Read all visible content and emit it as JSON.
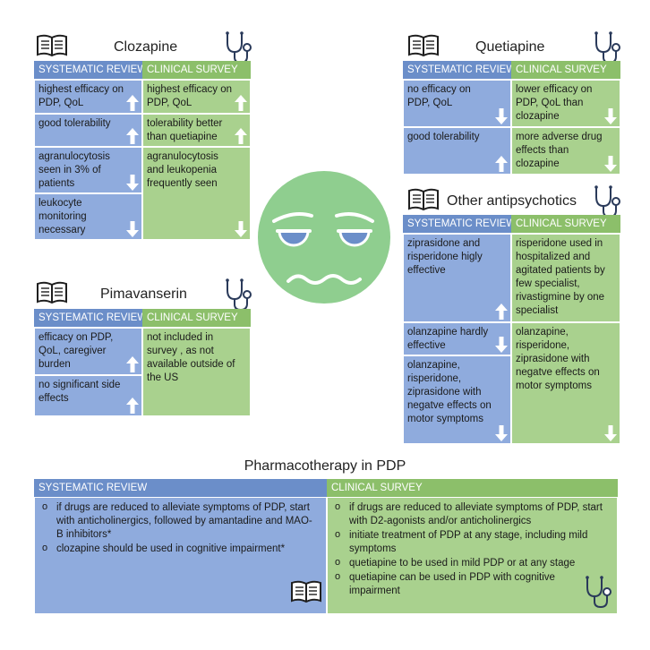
{
  "headers": {
    "review": "SYSTEMATIC REVIEW",
    "survey": "CLINICAL SURVEY"
  },
  "clozapine": {
    "title": "Clozapine",
    "review": [
      "highest efficacy on PDP, QoL",
      "good tolerability",
      "agranulocytosis seen in 3% of patients",
      "leukocyte monitoring necessary"
    ],
    "survey": [
      "highest efficacy on PDP, QoL",
      "tolerability better than quetiapine",
      "agranulocytosis and leukopenia frequently seen"
    ]
  },
  "quetiapine": {
    "title": "Quetiapine",
    "review": [
      "no efficacy on PDP, QoL",
      "good tolerability"
    ],
    "survey": [
      "lower efficacy on PDP, QoL than clozapine",
      "more adverse drug effects than clozapine"
    ]
  },
  "pimavanserin": {
    "title": "Pimavanserin",
    "review": [
      "efficacy on PDP, QoL, caregiver burden",
      "no significant side effects"
    ],
    "survey": [
      "not included in survey , as not available outside of the US"
    ]
  },
  "other": {
    "title": "Other antipsychotics",
    "review": [
      "ziprasidone and risperidone higly effective",
      "olanzapine hardly effective",
      "olanzapine, risperidone, ziprasidone with negatve effects on motor symptoms"
    ],
    "survey": [
      "risperidone used in hospitalized and agitated patients by few specialist, rivastigmine by one specialist",
      "olanzapine, risperidone, ziprasidone with negatve effects on motor symptoms"
    ]
  },
  "pharmacotherapy": {
    "title": "Pharmacotherapy in PDP",
    "review": [
      "if drugs are reduced to alleviate symptoms of PDP,  start with anticholinergics, followed by amantadine and MAO-B inhibitors*",
      "clozapine should be used in cognitive impairment*"
    ],
    "survey": [
      "if drugs are reduced to alleviate symptoms of PDP,  start with D2-agonists and/or anticholinergics",
      "initiate treatment of PDP at any stage, including mild symptoms",
      "quetiapine to be used in mild PDP or at any stage",
      "quetiapine can be used in PDP with cognitive impairment"
    ]
  },
  "colors": {
    "review_header": "#6b8ec9",
    "review_cell": "#8fabdd",
    "survey_header": "#8cbf6a",
    "survey_cell": "#a9d18e",
    "face": "#8fce8f"
  }
}
